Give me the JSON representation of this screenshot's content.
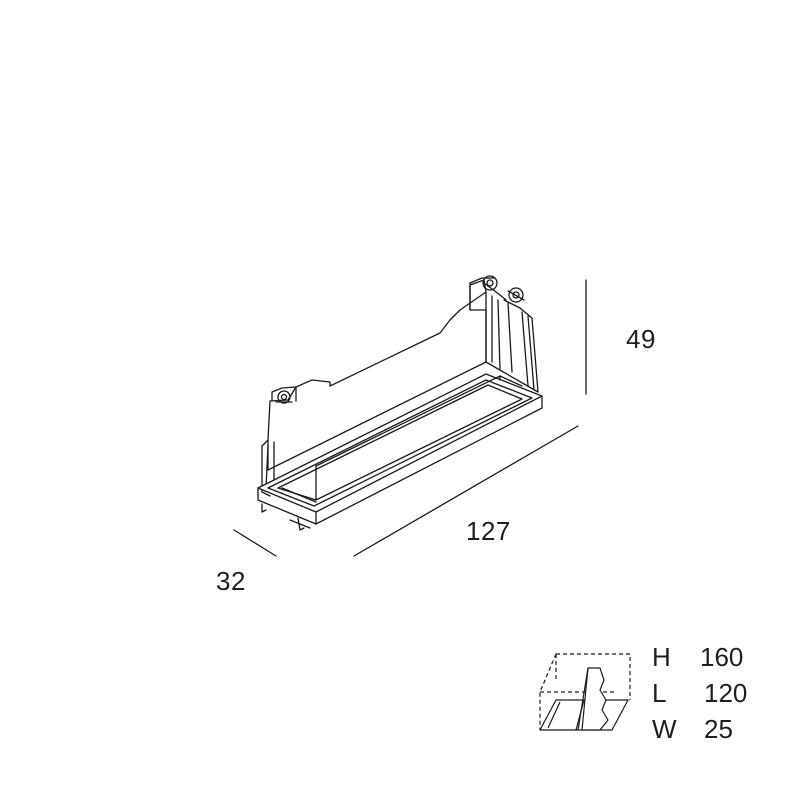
{
  "dimensions": {
    "height": "49",
    "length": "127",
    "width": "32"
  },
  "cutout": {
    "rows": [
      {
        "key": "H",
        "value": "160"
      },
      {
        "key": "L",
        "value": "120"
      },
      {
        "key": "W",
        "value": "25"
      }
    ]
  },
  "colors": {
    "line": "#1a1a1a",
    "background": "#ffffff",
    "inner-shade": "#ffffff"
  }
}
